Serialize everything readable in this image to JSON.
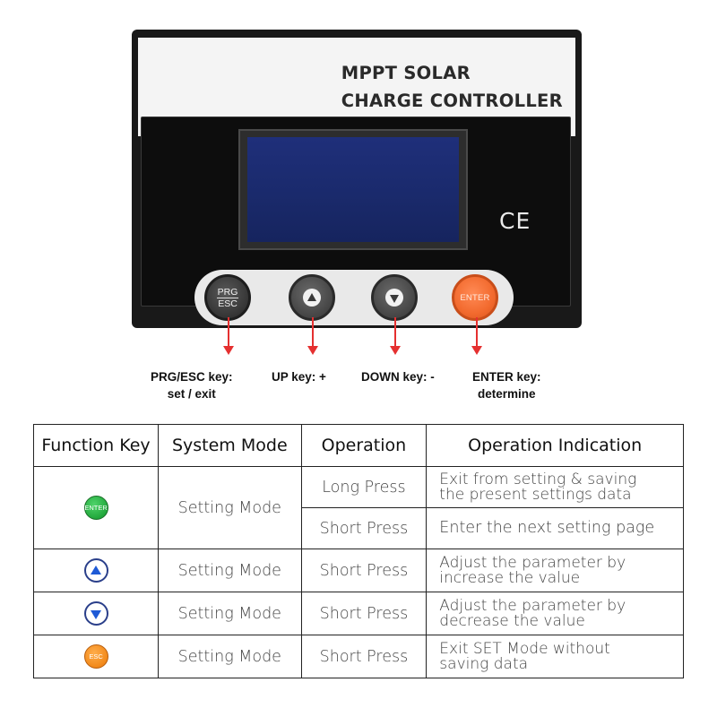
{
  "panel": {
    "title_line1": "MPPT SOLAR",
    "title_line2": "CHARGE CONTROLLER",
    "mark": "CE",
    "keys": {
      "prg_top": "PRG",
      "prg_bottom": "ESC",
      "enter": "ENTER"
    }
  },
  "captions": {
    "prg_line1": "PRG/ESC key:",
    "prg_line2": "set / exit",
    "up": "UP key: +",
    "down": "DOWN key: -",
    "enter_line1": "ENTER key:",
    "enter_line2": "determine"
  },
  "table": {
    "headers": [
      "Function Key",
      "System Mode",
      "Operation",
      "Operation Indication"
    ],
    "rows": [
      {
        "key_label": "ENTER",
        "key_color": "#22a83c",
        "mode": "Setting Mode",
        "sub": [
          {
            "operation": "Long Press",
            "indication_line1": "Exit from setting & saving",
            "indication_line2": "the present settings data"
          },
          {
            "operation": "Short Press",
            "indication_line1": "Enter the next setting page"
          }
        ]
      },
      {
        "key_icon": "up-triangle-icon",
        "mode": "Setting Mode",
        "operation": "Short Press",
        "indication_line1": "Adjust the parameter by",
        "indication_line2": "increase the value"
      },
      {
        "key_icon": "down-triangle-icon",
        "mode": "Setting Mode",
        "operation": "Short Press",
        "indication_line1": "Adjust the parameter by",
        "indication_line2": "decrease the value"
      },
      {
        "key_label": "ESC",
        "key_color": "#f2891a",
        "mode": "Setting Mode",
        "operation": "Short Press",
        "indication_line1": "Exit SET Mode without",
        "indication_line2": "saving data"
      }
    ]
  }
}
